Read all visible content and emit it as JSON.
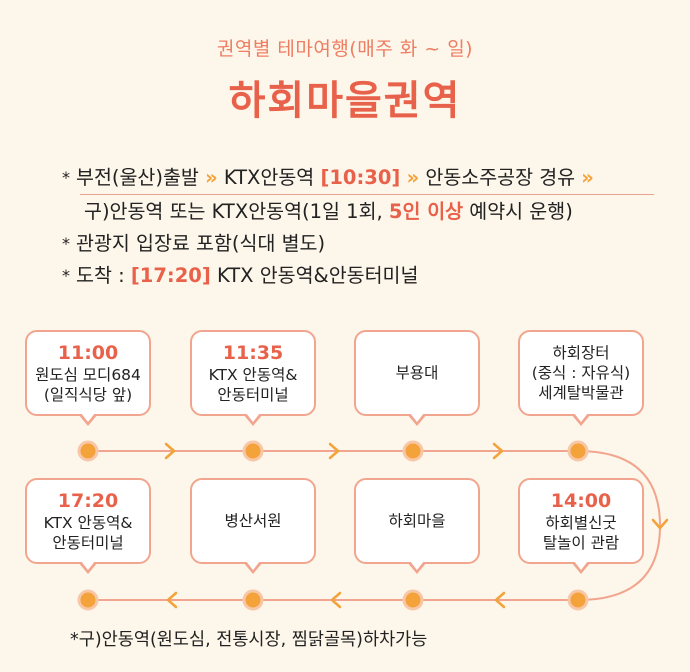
{
  "header": {
    "subtitle": "권역별 테마여행(매주 화 ~ 일)",
    "title": "하회마을권역"
  },
  "info": {
    "line1": {
      "bullet": "*",
      "part1": "부전(울산)출발",
      "arrow": "»",
      "part2": "KTX안동역",
      "time": "[10:30]",
      "part3": "안동소주공장 경유"
    },
    "line2": {
      "part1": "구)안동역 또는 KTX안동역(1일 1회, ",
      "highlight": "5인 이상",
      "part2": " 예약시 운행)"
    },
    "line3": {
      "bullet": "*",
      "text": "관광지 입장료 포함(식대 별도)"
    },
    "line4": {
      "bullet": "*",
      "label": "도착 : ",
      "time": "[17:20]",
      "text": " KTX 안동역&안동터미널"
    }
  },
  "stops": [
    {
      "time": "11:00",
      "line1": "원도심 모디684",
      "line2": "(일직식당 앞)",
      "line3": ""
    },
    {
      "time": "11:35",
      "line1": "KTX 안동역&",
      "line2": "안동터미널",
      "line3": ""
    },
    {
      "time": "",
      "line1": "부용대",
      "line2": "",
      "line3": ""
    },
    {
      "time": "",
      "line1": "하회장터",
      "line2": "(중식 : 자유식)",
      "line3": "세계탈박물관"
    },
    {
      "time": "14:00",
      "line1": "하회별신굿",
      "line2": "탈놀이 관람",
      "line3": ""
    },
    {
      "time": "",
      "line1": "하회마을",
      "line2": "",
      "line3": ""
    },
    {
      "time": "",
      "line1": "병산서원",
      "line2": "",
      "line3": ""
    },
    {
      "time": "17:20",
      "line1": "KTX 안동역&",
      "line2": "안동터미널",
      "line3": ""
    }
  ],
  "footnote": "*구)안동역(원도심, 전통시장, 찜닭골목)하차가능",
  "colors": {
    "accent": "#e8614a",
    "route_line": "#f2a58e",
    "dot": "#f4a23a",
    "background": "#fdf6ea"
  }
}
